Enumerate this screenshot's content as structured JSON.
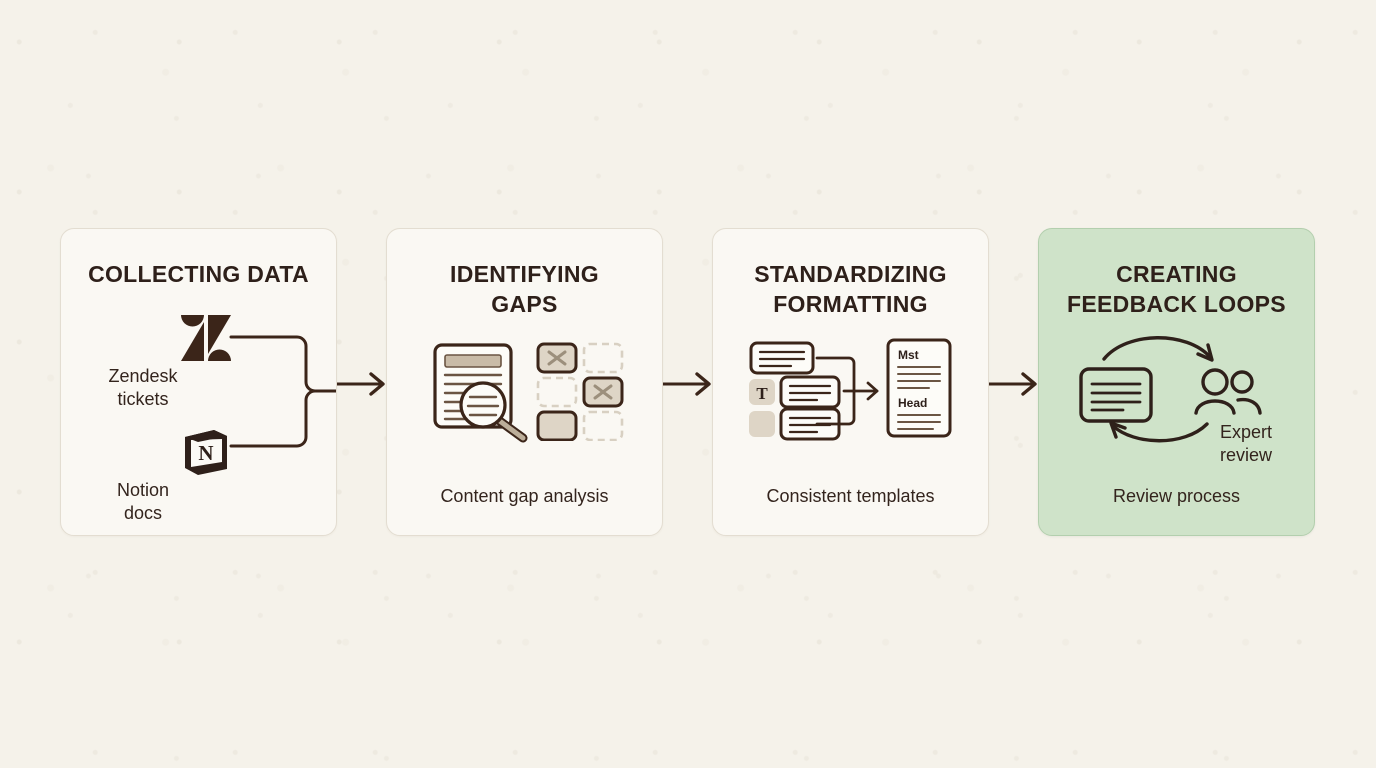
{
  "canvas": {
    "background_color": "#f5f2ea",
    "ink_color": "#2e201a"
  },
  "diagram": {
    "type": "process-flow",
    "direction": "left-to-right",
    "step_count": 4,
    "steps": [
      {
        "id": "collecting-data",
        "title": "COLLECTING DATA",
        "caption": "",
        "highlight": false,
        "card_color": "#faf8f3",
        "sources": [
          {
            "icon": "zendesk-logo-icon",
            "label": "Zendesk\ntickets"
          },
          {
            "icon": "notion-logo-icon",
            "label": "Notion\ndocs"
          }
        ],
        "art": "two-sources-merging-bracket"
      },
      {
        "id": "identifying-gaps",
        "title": "IDENTIFYING\nGAPS",
        "caption": "Content gap analysis",
        "highlight": false,
        "card_color": "#faf8f3",
        "art": "document-magnifier-and-gap-grid",
        "grid": {
          "columns": 2,
          "rows": 3,
          "cells": [
            {
              "state": "filled-x"
            },
            {
              "state": "dashed-empty"
            },
            {
              "state": "dashed-empty"
            },
            {
              "state": "filled-x"
            },
            {
              "state": "filled-plain"
            },
            {
              "state": "dashed-empty"
            }
          ]
        }
      },
      {
        "id": "standardizing-formatting",
        "title": "STANDARDIZING\nFORMATTING",
        "caption": "Consistent templates",
        "highlight": false,
        "card_color": "#faf8f3",
        "art": "blocks-merging-into-template-document",
        "text_badge": "T",
        "document_headings": [
          "Mst",
          "Head"
        ]
      },
      {
        "id": "creating-feedback-loops",
        "title": "CREATING\nFEEDBACK LOOPS",
        "caption": "Review process",
        "highlight": true,
        "card_color": "#cfe3c9",
        "art": "document-people-cycle",
        "cycle_label": "Expert\nreview"
      }
    ],
    "connectors": [
      {
        "from": "collecting-data",
        "to": "identifying-gaps",
        "style": "straight-arrow"
      },
      {
        "from": "identifying-gaps",
        "to": "standardizing-formatting",
        "style": "straight-arrow"
      },
      {
        "from": "standardizing-formatting",
        "to": "creating-feedback-loops",
        "style": "straight-arrow"
      }
    ]
  }
}
